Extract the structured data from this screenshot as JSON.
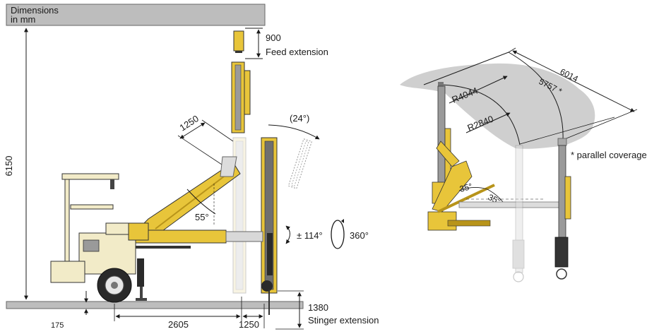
{
  "header": {
    "title_line1": "Dimensions",
    "title_line2": "in mm"
  },
  "left_view": {
    "height_total": "6150",
    "feed_extension_value": "900",
    "feed_extension_label": "Feed extension",
    "boom_length": "1250",
    "boom_angle": "55°",
    "tilt_angle": "(24°)",
    "rotation_value": "± 114°",
    "rotation_full": "360°",
    "ground_clearance": "175",
    "wheelbase": "2605",
    "front_overhang": "1250",
    "stinger_extension_value": "1380",
    "stinger_extension_label": "Stinger extension"
  },
  "right_view": {
    "coverage_width": "6014",
    "coverage_width_parallel": "5757 *",
    "radius_outer": "R4044",
    "radius_inner": "R2840",
    "angle_left": "35°",
    "angle_right": "35°",
    "footnote": "* parallel coverage"
  },
  "colors": {
    "machine_yellow": "#e8c53a",
    "yellow_dark": "#b8941a",
    "cream": "#f2ebc8",
    "rock_gray": "#cfcfcf",
    "ceiling_gray": "#bdbdbd"
  }
}
